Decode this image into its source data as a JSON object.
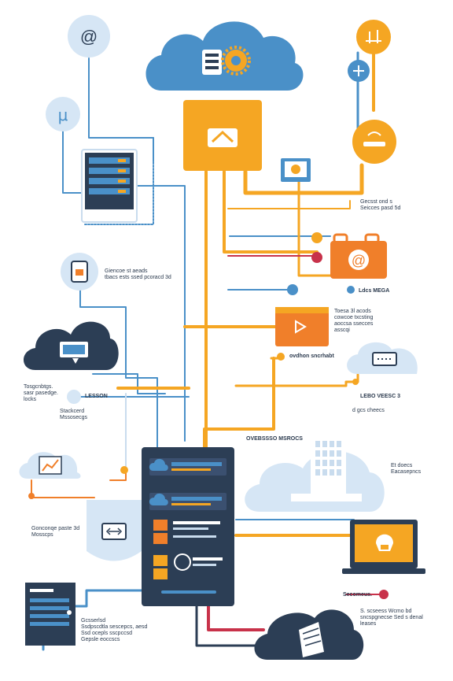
{
  "colors": {
    "navy": "#2c3e55",
    "blue": "#4a90c8",
    "lightblue": "#c9dcee",
    "orange": "#f5a623",
    "deeporange": "#f07f2a",
    "red": "#c8324a",
    "line_blue": "#4a90c8",
    "line_orange": "#f5a623"
  },
  "icons": {
    "at_circle": "at-sign-icon",
    "mu_circle": "mu-icon",
    "gear": "gear-icon",
    "play": "play-icon",
    "wifi": "wifi-icon",
    "monitor": "monitor-icon"
  },
  "labels": {
    "right_top": "Gecsst ond s\nSeicces pasd 5d",
    "left_mid": "Giencoe st aeads\ntbacs ests ssed pcoracd 3d",
    "mega": "Ldcs MEGA",
    "right_mid": "Toesa 3l acods\ncowcoe txcsting\naoccsa ssecces\nasscqi",
    "ovation": "ovdhon sncrhabt",
    "left_block": "Tosgcnbtgs.\nsasr pasedge.\nlocks",
    "lesson": "LESSON",
    "left_block2": "Stackcerd\nMssosecgs",
    "lebo": "LEBO VEESC 3",
    "lebo_sub": "d gcs cheecs",
    "oversso": "OVEBSSSO MSROCS",
    "right_block": "Et doecs\nEacasepncs",
    "left_block3": "Gonconqe paste 3d\nMosscps",
    "bottom_left": "Gcsserlsd\nSsdpscdtla sescepcs, aesd\nSsd ocepls sscpccsd\nGepsle eoccscs",
    "saccr": "Secomeus.",
    "bottom_right": "S. scseess Wcmo bd\nsncspgnecse Sed s denal\nleases"
  }
}
